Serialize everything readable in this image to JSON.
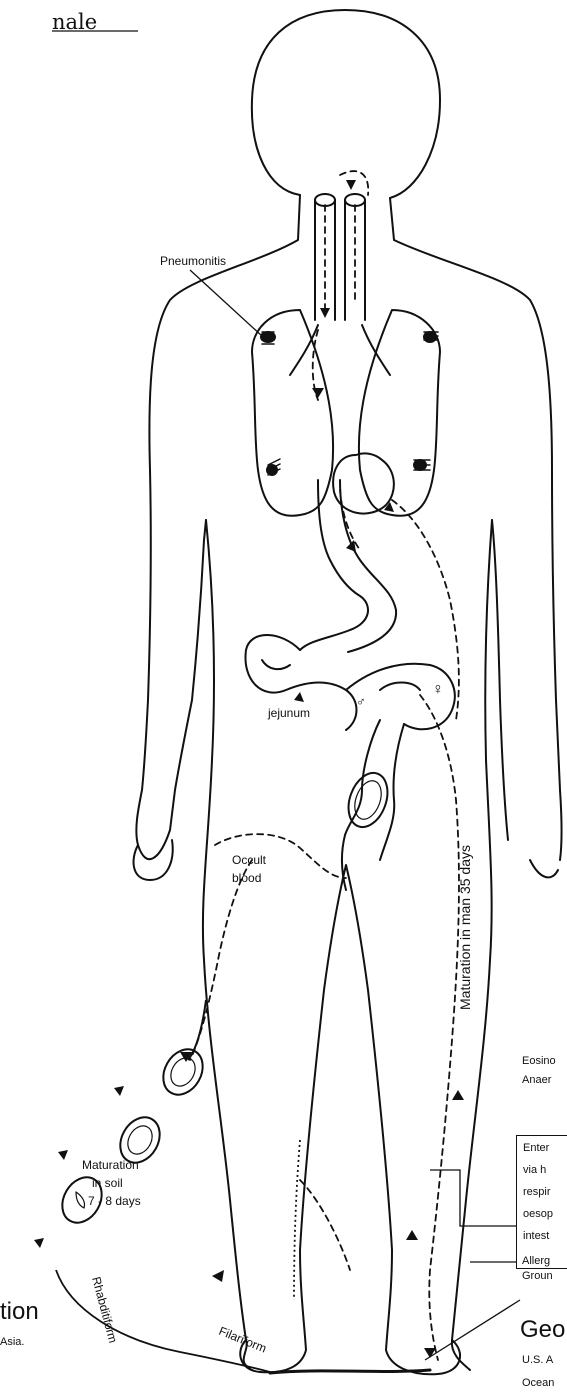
{
  "header": {
    "title_fragment": "nale"
  },
  "labels": {
    "pneumonitis": "Pneumonitis",
    "jejunum": "jejunum",
    "occult_blood": [
      "Occult",
      "blood"
    ],
    "maturation_in_man": "Maturation in man 35 days",
    "maturation_in_soil": [
      "Maturation",
      "in soil",
      "7 - 8 days"
    ],
    "rhabditiform": "Rhabditiform",
    "filariform": "Filariform",
    "female_symbol": "♀",
    "male_symbol": "♂"
  },
  "right_notes": {
    "eosinophilia": [
      "Eosino",
      "Anaer"
    ],
    "entry_box": [
      "Enter",
      "via  h",
      "respir",
      "oesop",
      "intest"
    ],
    "allergy": [
      "Allerg",
      "Groun"
    ]
  },
  "bottom": {
    "left_heading": "tion",
    "left_sub": "Asia.",
    "right_heading": "Geo",
    "right_lines": [
      "U.S. A",
      "Ocean"
    ]
  },
  "colors": {
    "ink": "#111111",
    "paper": "#ffffff"
  }
}
